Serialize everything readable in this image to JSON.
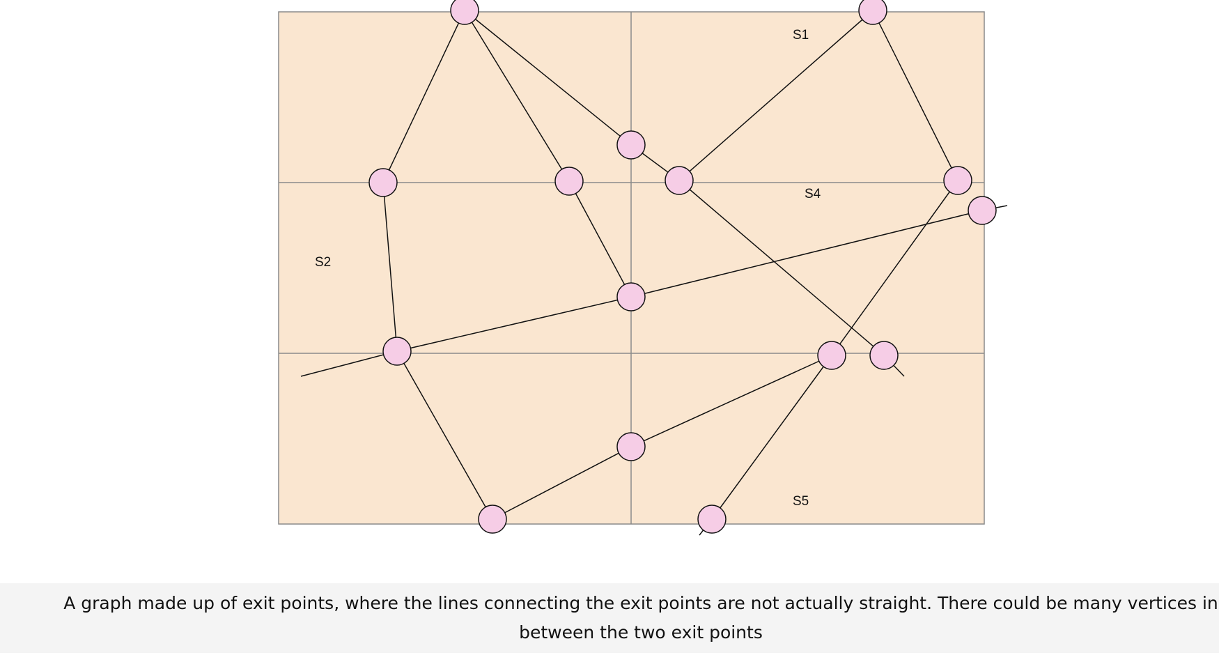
{
  "colors": {
    "area_fill": "#fae6d0",
    "area_stroke": "#8a8a8a",
    "node_fill": "#f6cde6",
    "node_stroke": "#111111",
    "edge_stroke": "#111111",
    "caption_background": "#f4f4f4"
  },
  "regions": {
    "s1": "S1",
    "s2": "S2",
    "s4": "S4",
    "s5": "S5"
  },
  "caption": "A graph made up of exit points, where the lines connecting the exit points are not actually straight. There could be many vertices in between the two exit points"
}
